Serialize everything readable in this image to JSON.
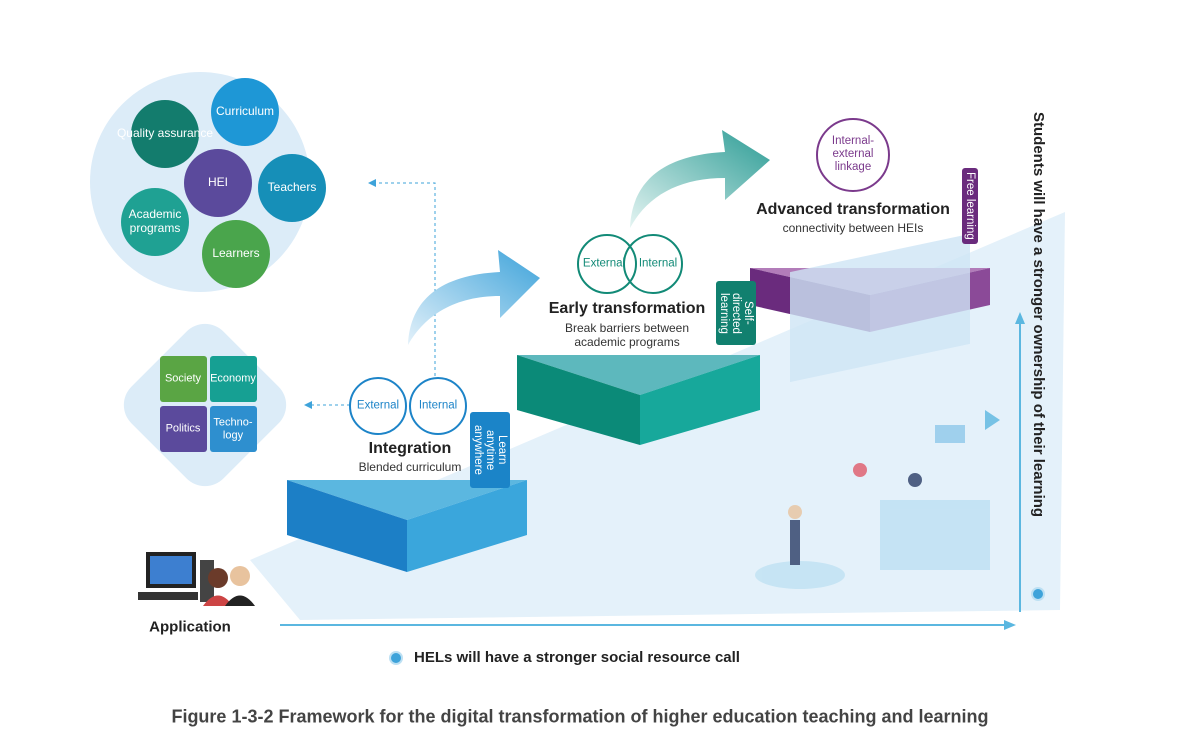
{
  "hei_cluster": {
    "center": "HEI",
    "items": [
      "Quality assurance",
      "Curriculum",
      "Teachers",
      "Academic programs",
      "Learners"
    ]
  },
  "environment": {
    "items": [
      "Society",
      "Economy",
      "Politics",
      "Techno-logy"
    ]
  },
  "stages": [
    {
      "title": "Integration",
      "subtitle": "Blended curriculum",
      "tag": "Learn anytime anywhere",
      "venn": [
        "External",
        "Internal"
      ],
      "color": "#1c84c8"
    },
    {
      "title": "Early transformation",
      "subtitle": "Break barriers between academic programs",
      "tag": "Self-directed learning",
      "venn": [
        "External",
        "Internal"
      ],
      "color": "#12897a"
    },
    {
      "title": "Advanced transformation",
      "subtitle": "connectivity between HEIs",
      "tag": "Free learning",
      "linkage": "Internal-external linkage",
      "color": "#6a2b7d"
    }
  ],
  "application_label": "Application",
  "x_axis_label": "HELs will have a stronger social resource call",
  "y_axis_label": "Students will have a stronger ownership of their learning",
  "caption": "Figure 1-3-2 Framework for the digital transformation of higher education teaching and learning"
}
